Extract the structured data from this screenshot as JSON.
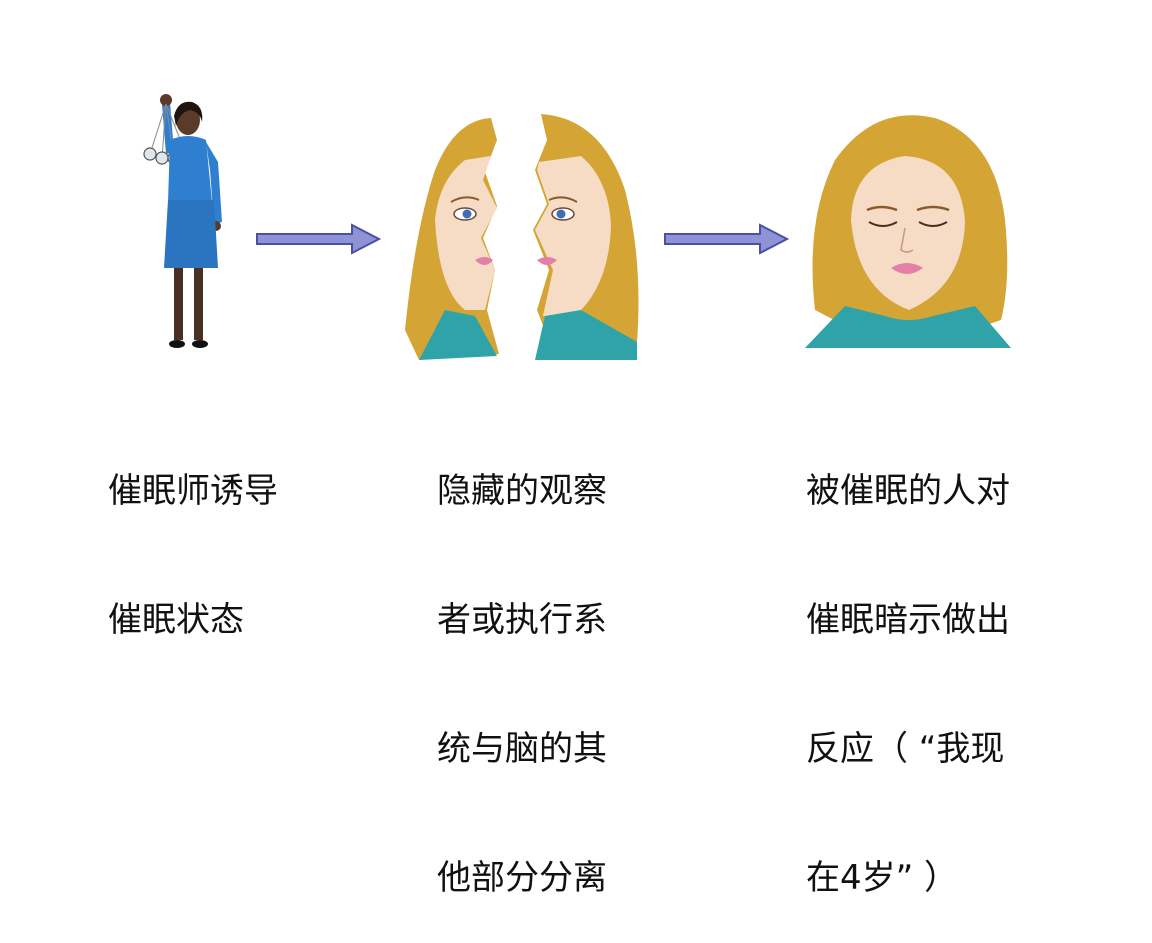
{
  "steps": [
    {
      "caption_lines": [
        "催眠师诱导",
        "催眠状态"
      ],
      "figure_icon": "hypnotist-with-pendulum-icon"
    },
    {
      "caption_lines": [
        "隐藏的观察",
        "者或执行系",
        "统与脑的其",
        "他部分分离"
      ],
      "figure_icon": "split-face-icon"
    },
    {
      "caption_lines": [
        "被催眠的人对",
        "催眠暗示做出",
        "反应（ “我现",
        "在4岁” ）"
      ],
      "figure_icon": "hypnotized-face-icon"
    }
  ],
  "arrows": [
    {
      "icon": "right-arrow-icon",
      "color": "#4a4fa8",
      "fill": "#8f93d6"
    },
    {
      "icon": "right-arrow-icon",
      "color": "#4a4fa8",
      "fill": "#8f93d6"
    }
  ],
  "colors": {
    "hair": "#d4a534",
    "skin": "#f6dcc4",
    "shirt": "#2fa3a8",
    "suit": "#2f7fd0",
    "lips": "#e37fa9"
  }
}
